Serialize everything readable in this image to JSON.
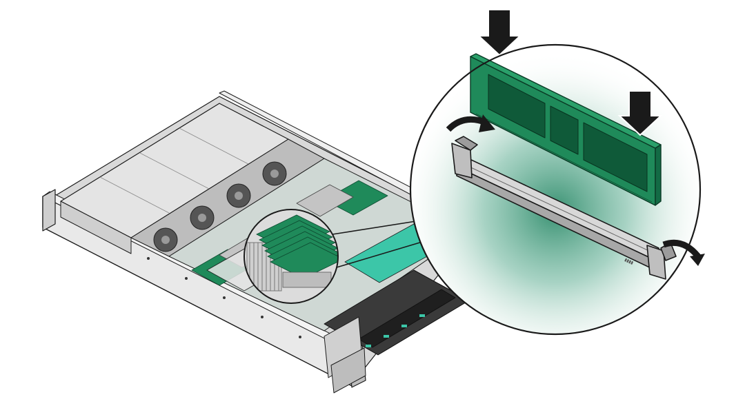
{
  "figure": {
    "subject": "server-memory-module-installation",
    "icons": [
      "server-chassis",
      "dimm-module",
      "dimm-slot",
      "down-arrow-icon",
      "curved-arrow-icon",
      "magnifier-circle"
    ]
  },
  "palette": {
    "pcb_green": "#1f8a5a",
    "pcb_dark": "#136b45",
    "chip_dark": "#0f5a39",
    "chassis_light": "#e6e6e6",
    "chassis_mid": "#c9c9c9",
    "chassis_dark": "#8a8a8a",
    "outline": "#1a1a1a",
    "arrow": "#1a1a1a",
    "glow": "#2e8b6a",
    "board_teal": "#3cc6a8"
  }
}
